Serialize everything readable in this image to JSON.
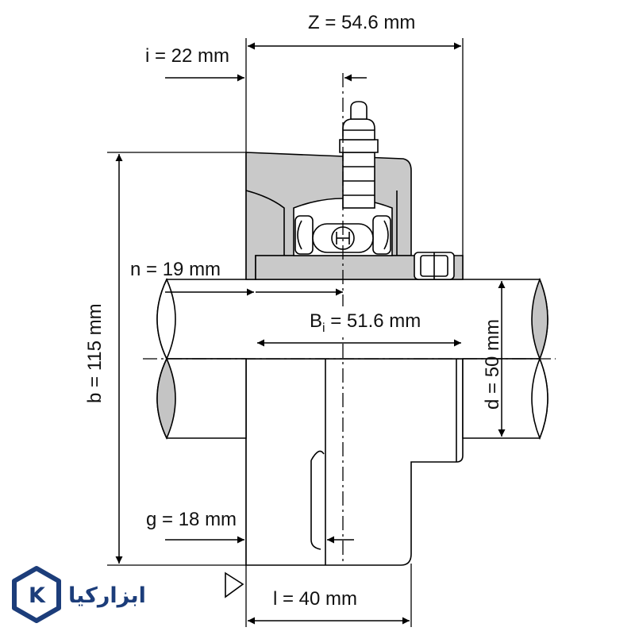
{
  "dimensions": {
    "Z": "Z = 54.6 mm",
    "i": "i = 22 mm",
    "n": "n = 19 mm",
    "Bi_prefix": "B",
    "Bi_sub": "i",
    "Bi_value": " = 51.6 mm",
    "b": "b = 115 mm",
    "d": "d = 50 mm",
    "g": "g = 18 mm",
    "l": "l = 40 mm"
  },
  "logo": {
    "letter": "K",
    "text": "ابزارکیا"
  },
  "colors": {
    "housing_gray": "#c9c9c9",
    "shaft_gray": "#c4c4c4",
    "line": "#000000",
    "logo_blue": "#1c3d7a"
  }
}
